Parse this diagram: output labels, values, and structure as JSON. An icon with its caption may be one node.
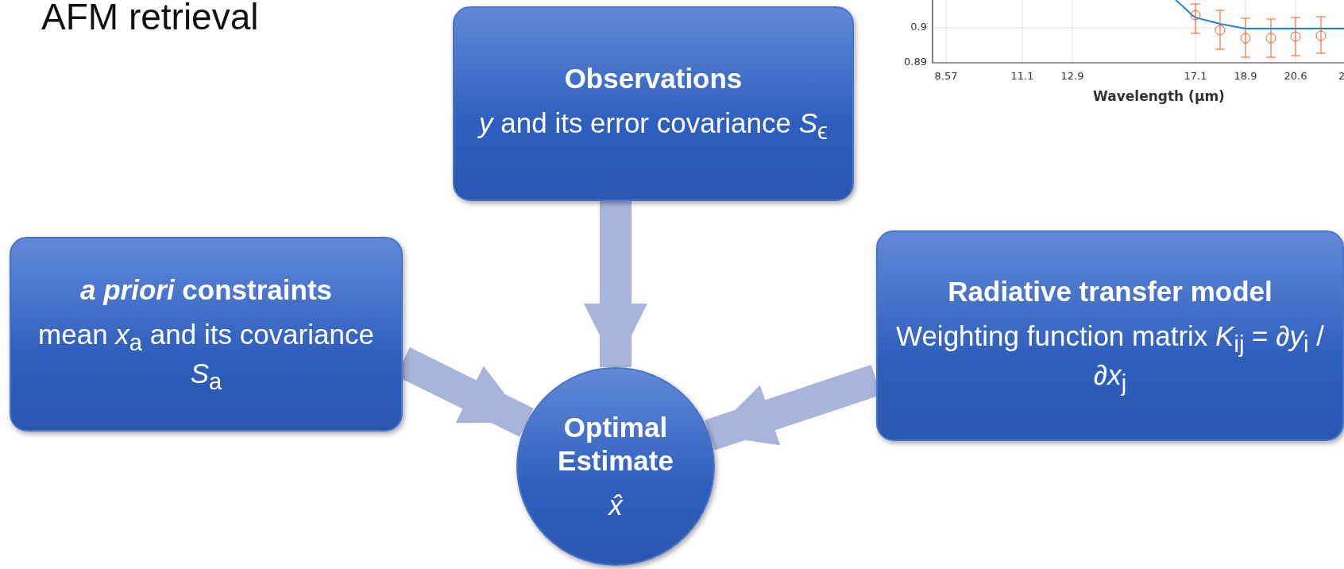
{
  "diagram": {
    "title": "AFM retrieval",
    "nodes": [
      {
        "text": [
          "Observations",
          "*y* and its error covariance *S*$_{ϵ}$"
        ]
      },
      {
        "text": [
          "*a priori* constraints",
          "mean *x*$_{a}$ and its covariance *S*$_{a}$"
        ]
      },
      {
        "text": [
          "Radiative transfer model",
          "Weighting function matrix *K*$_{ij}$ = ∂*y*$_{i}$ / ∂*x*$_{j}$"
        ]
      },
      {
        "text": [
          "Optimal Estimate",
          "*x̂*"
        ]
      }
    ],
    "edges": [
      {
        "from": 0,
        "to": 3,
        "arrow": "to"
      },
      {
        "from": 1,
        "to": 3,
        "arrow": "to"
      },
      {
        "from": 2,
        "to": 3,
        "arrow": "to"
      }
    ],
    "labels": [
      "0.9",
      "0.89",
      "8.57",
      "11.1",
      "12.9",
      "17.1",
      "18.9",
      "20.6",
      "2",
      "Wavelength (μm)"
    ]
  }
}
